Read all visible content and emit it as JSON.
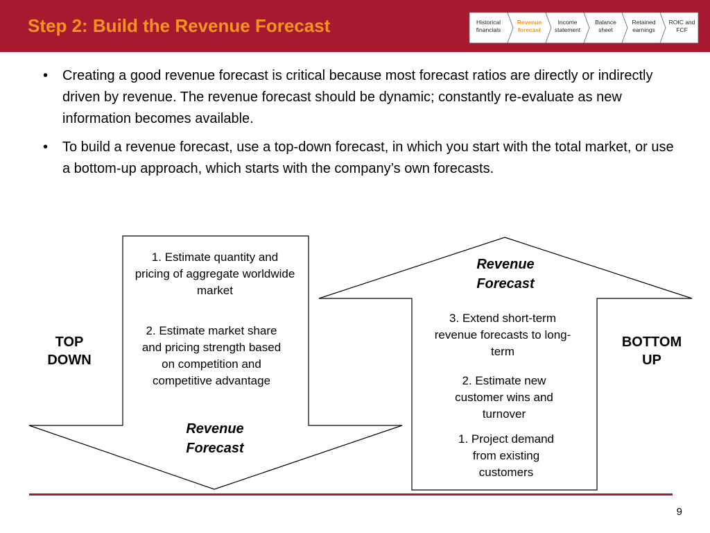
{
  "header": {
    "title": "Step 2: Build the Revenue Forecast",
    "steps": [
      {
        "line1": "Historical",
        "line2": "financials",
        "active": false
      },
      {
        "line1": "Revenue",
        "line2": "forecast",
        "active": true
      },
      {
        "line1": "Income",
        "line2": "statement",
        "active": false
      },
      {
        "line1": "Balance",
        "line2": "sheet",
        "active": false
      },
      {
        "line1": "Retained",
        "line2": "earnings",
        "active": false
      },
      {
        "line1": "ROIC and",
        "line2": "FCF",
        "active": false
      }
    ]
  },
  "bullets": [
    "Creating a good revenue forecast is critical because most forecast ratios are directly or indirectly driven by revenue.  The revenue forecast should be dynamic; constantly re-evaluate as new information becomes available.",
    "To build a revenue forecast, use a top-down forecast, in which you start with the total market, or use a bottom-up approach, which starts with the company’s own forecasts."
  ],
  "top_down": {
    "label_line1": "TOP",
    "label_line2": "DOWN",
    "step1": "1.  Estimate quantity and pricing of aggregate worldwide market",
    "step2": "2.  Estimate market share and pricing strength based on competition and competitive advantage",
    "result_line1": "Revenue",
    "result_line2": "Forecast"
  },
  "bottom_up": {
    "label_line1": "BOTTOM",
    "label_line2": "UP",
    "result_line1": "Revenue",
    "result_line2": "Forecast",
    "step3": "3. Extend short-term revenue forecasts to long-term",
    "step2": "2. Estimate new customer wins and turnover",
    "step1": "1. Project demand from existing customers"
  },
  "colors": {
    "header_bg": "#a6192e",
    "title": "#f7941d",
    "active_step": "#f7941d"
  },
  "footer": {
    "page_number": "9"
  }
}
